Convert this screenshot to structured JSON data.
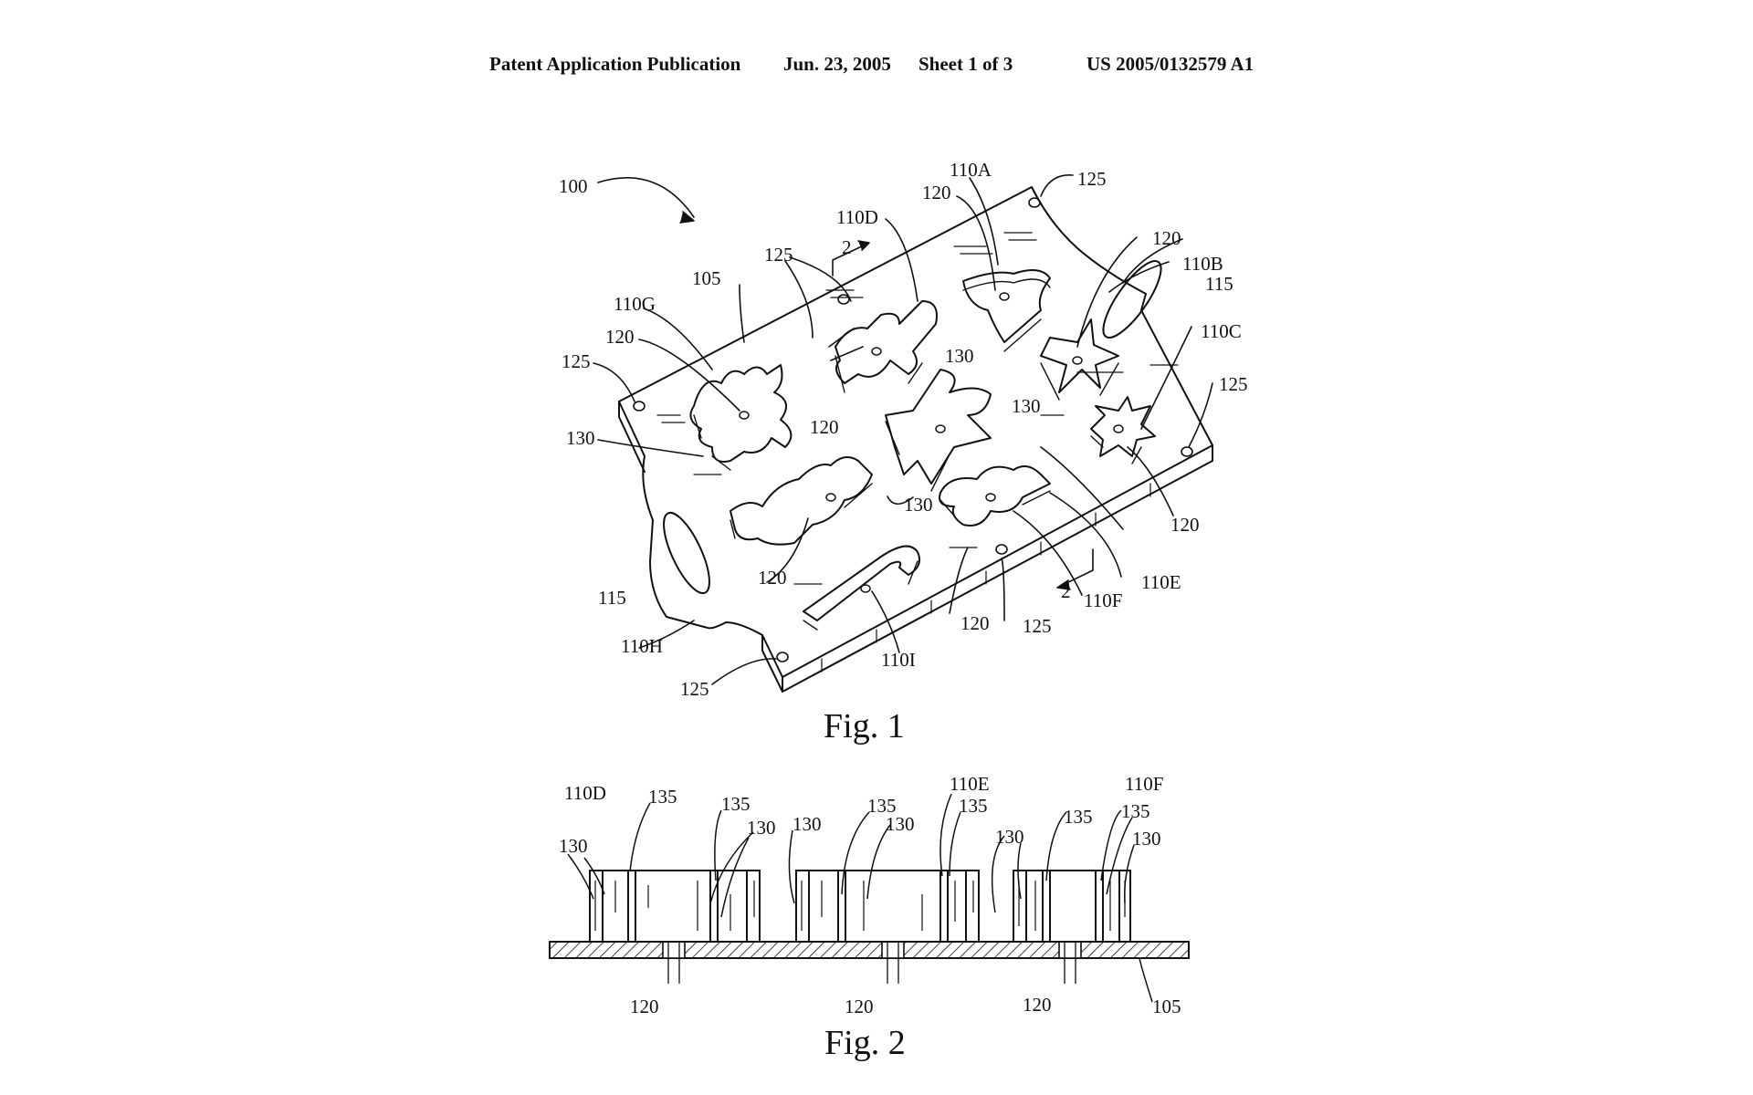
{
  "header": {
    "publication": "Patent Application Publication",
    "date": "Jun. 23, 2005",
    "sheet": "Sheet 1 of 3",
    "number": "US 2005/0132579 A1"
  },
  "fig1": {
    "caption": "Fig. 1",
    "labels": {
      "assembly": "100",
      "plate": "105",
      "cutter_a": "110A",
      "cutter_b": "110B",
      "cutter_c": "110C",
      "cutter_d": "110D",
      "cutter_e": "110E",
      "cutter_f": "110F",
      "cutter_g": "110G",
      "cutter_h": "110H",
      "cutter_i": "110I",
      "handle": "115",
      "hole": "120",
      "corner_hole": "125",
      "wall": "130",
      "section": "2"
    }
  },
  "fig2": {
    "caption": "Fig. 2",
    "labels": {
      "cutter_d": "110D",
      "cutter_e": "110E",
      "cutter_f": "110F",
      "wall": "130",
      "edge": "135",
      "hole": "120",
      "plate": "105"
    }
  }
}
